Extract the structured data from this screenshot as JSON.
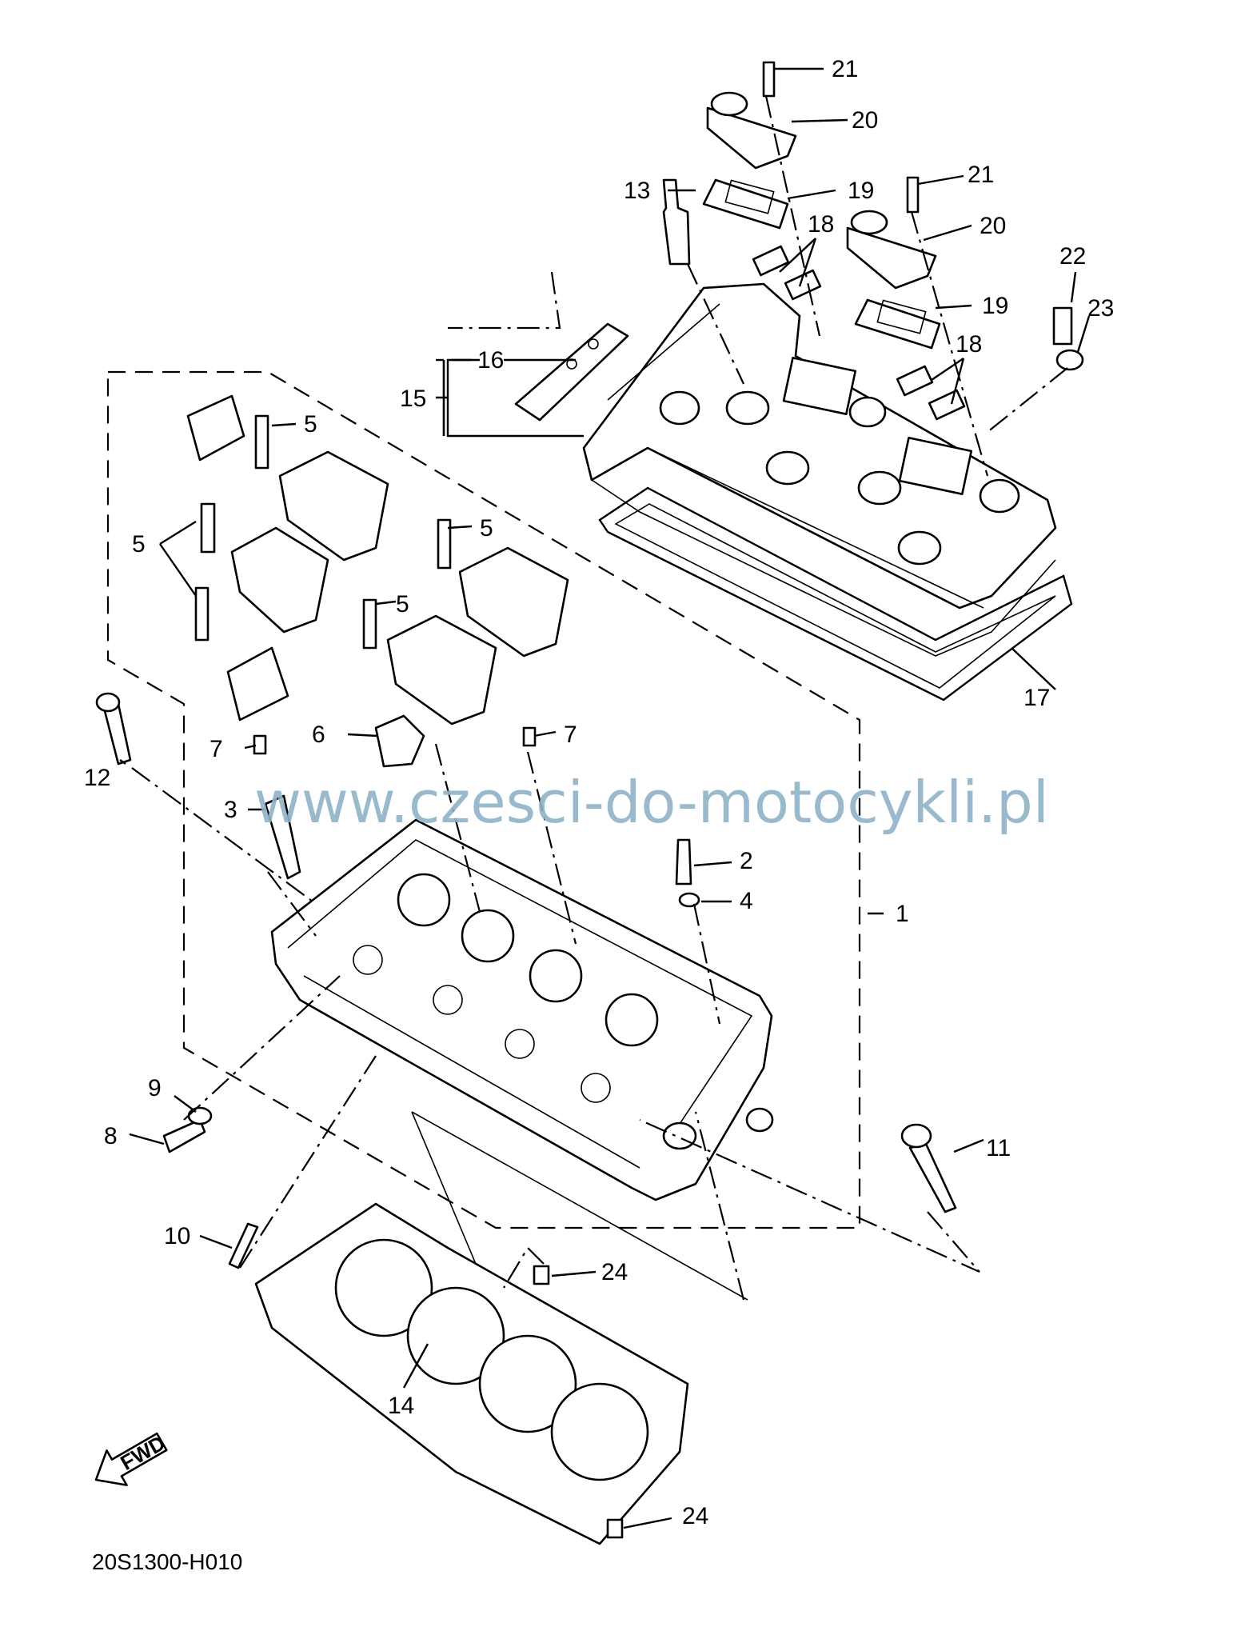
{
  "diagram": {
    "code": "20S1300-H010",
    "watermark": "www.czesci-do-motocykli.pl",
    "fwd_label": "FWD",
    "callouts": {
      "c1": "1",
      "c2": "2",
      "c3": "3",
      "c4": "4",
      "c5a": "5",
      "c5b": "5",
      "c5c": "5",
      "c5d": "5",
      "c6": "6",
      "c7a": "7",
      "c7b": "7",
      "c8": "8",
      "c9": "9",
      "c10": "10",
      "c11": "11",
      "c12": "12",
      "c13": "13",
      "c14": "14",
      "c15": "15",
      "c16": "16",
      "c17": "17",
      "c18a": "18",
      "c18b": "18",
      "c19a": "19",
      "c19b": "19",
      "c20a": "20",
      "c20b": "20",
      "c21a": "21",
      "c21b": "21",
      "c22": "22",
      "c23": "23",
      "c24a": "24",
      "c24b": "24"
    }
  }
}
